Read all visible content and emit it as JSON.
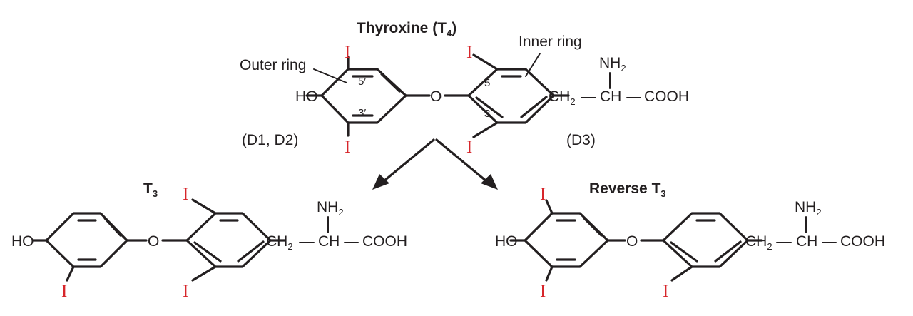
{
  "titles": {
    "t4": "Thyroxine (T",
    "t4_sub": "4",
    "t4_close": ")",
    "t3": "T",
    "t3_sub": "3",
    "rt3": "Reverse T",
    "rt3_sub": "3"
  },
  "annotations": {
    "outer_ring": "Outer ring",
    "inner_ring": "Inner ring",
    "d1_d2": "(D1, D2)",
    "d3": "(D3)"
  },
  "positions": {
    "p5prime": "5′",
    "p3prime": "3′",
    "p5": "5",
    "p3": "3"
  },
  "atoms": {
    "ho": "HO",
    "o": "O",
    "iodine": "I",
    "ch2": "CH",
    "ch2_sub": "2",
    "ch": "CH",
    "cooh": "COOH",
    "nh2": "NH",
    "nh2_sub": "2"
  },
  "colors": {
    "iodine": "#d7262b",
    "bond": "#231f20"
  }
}
